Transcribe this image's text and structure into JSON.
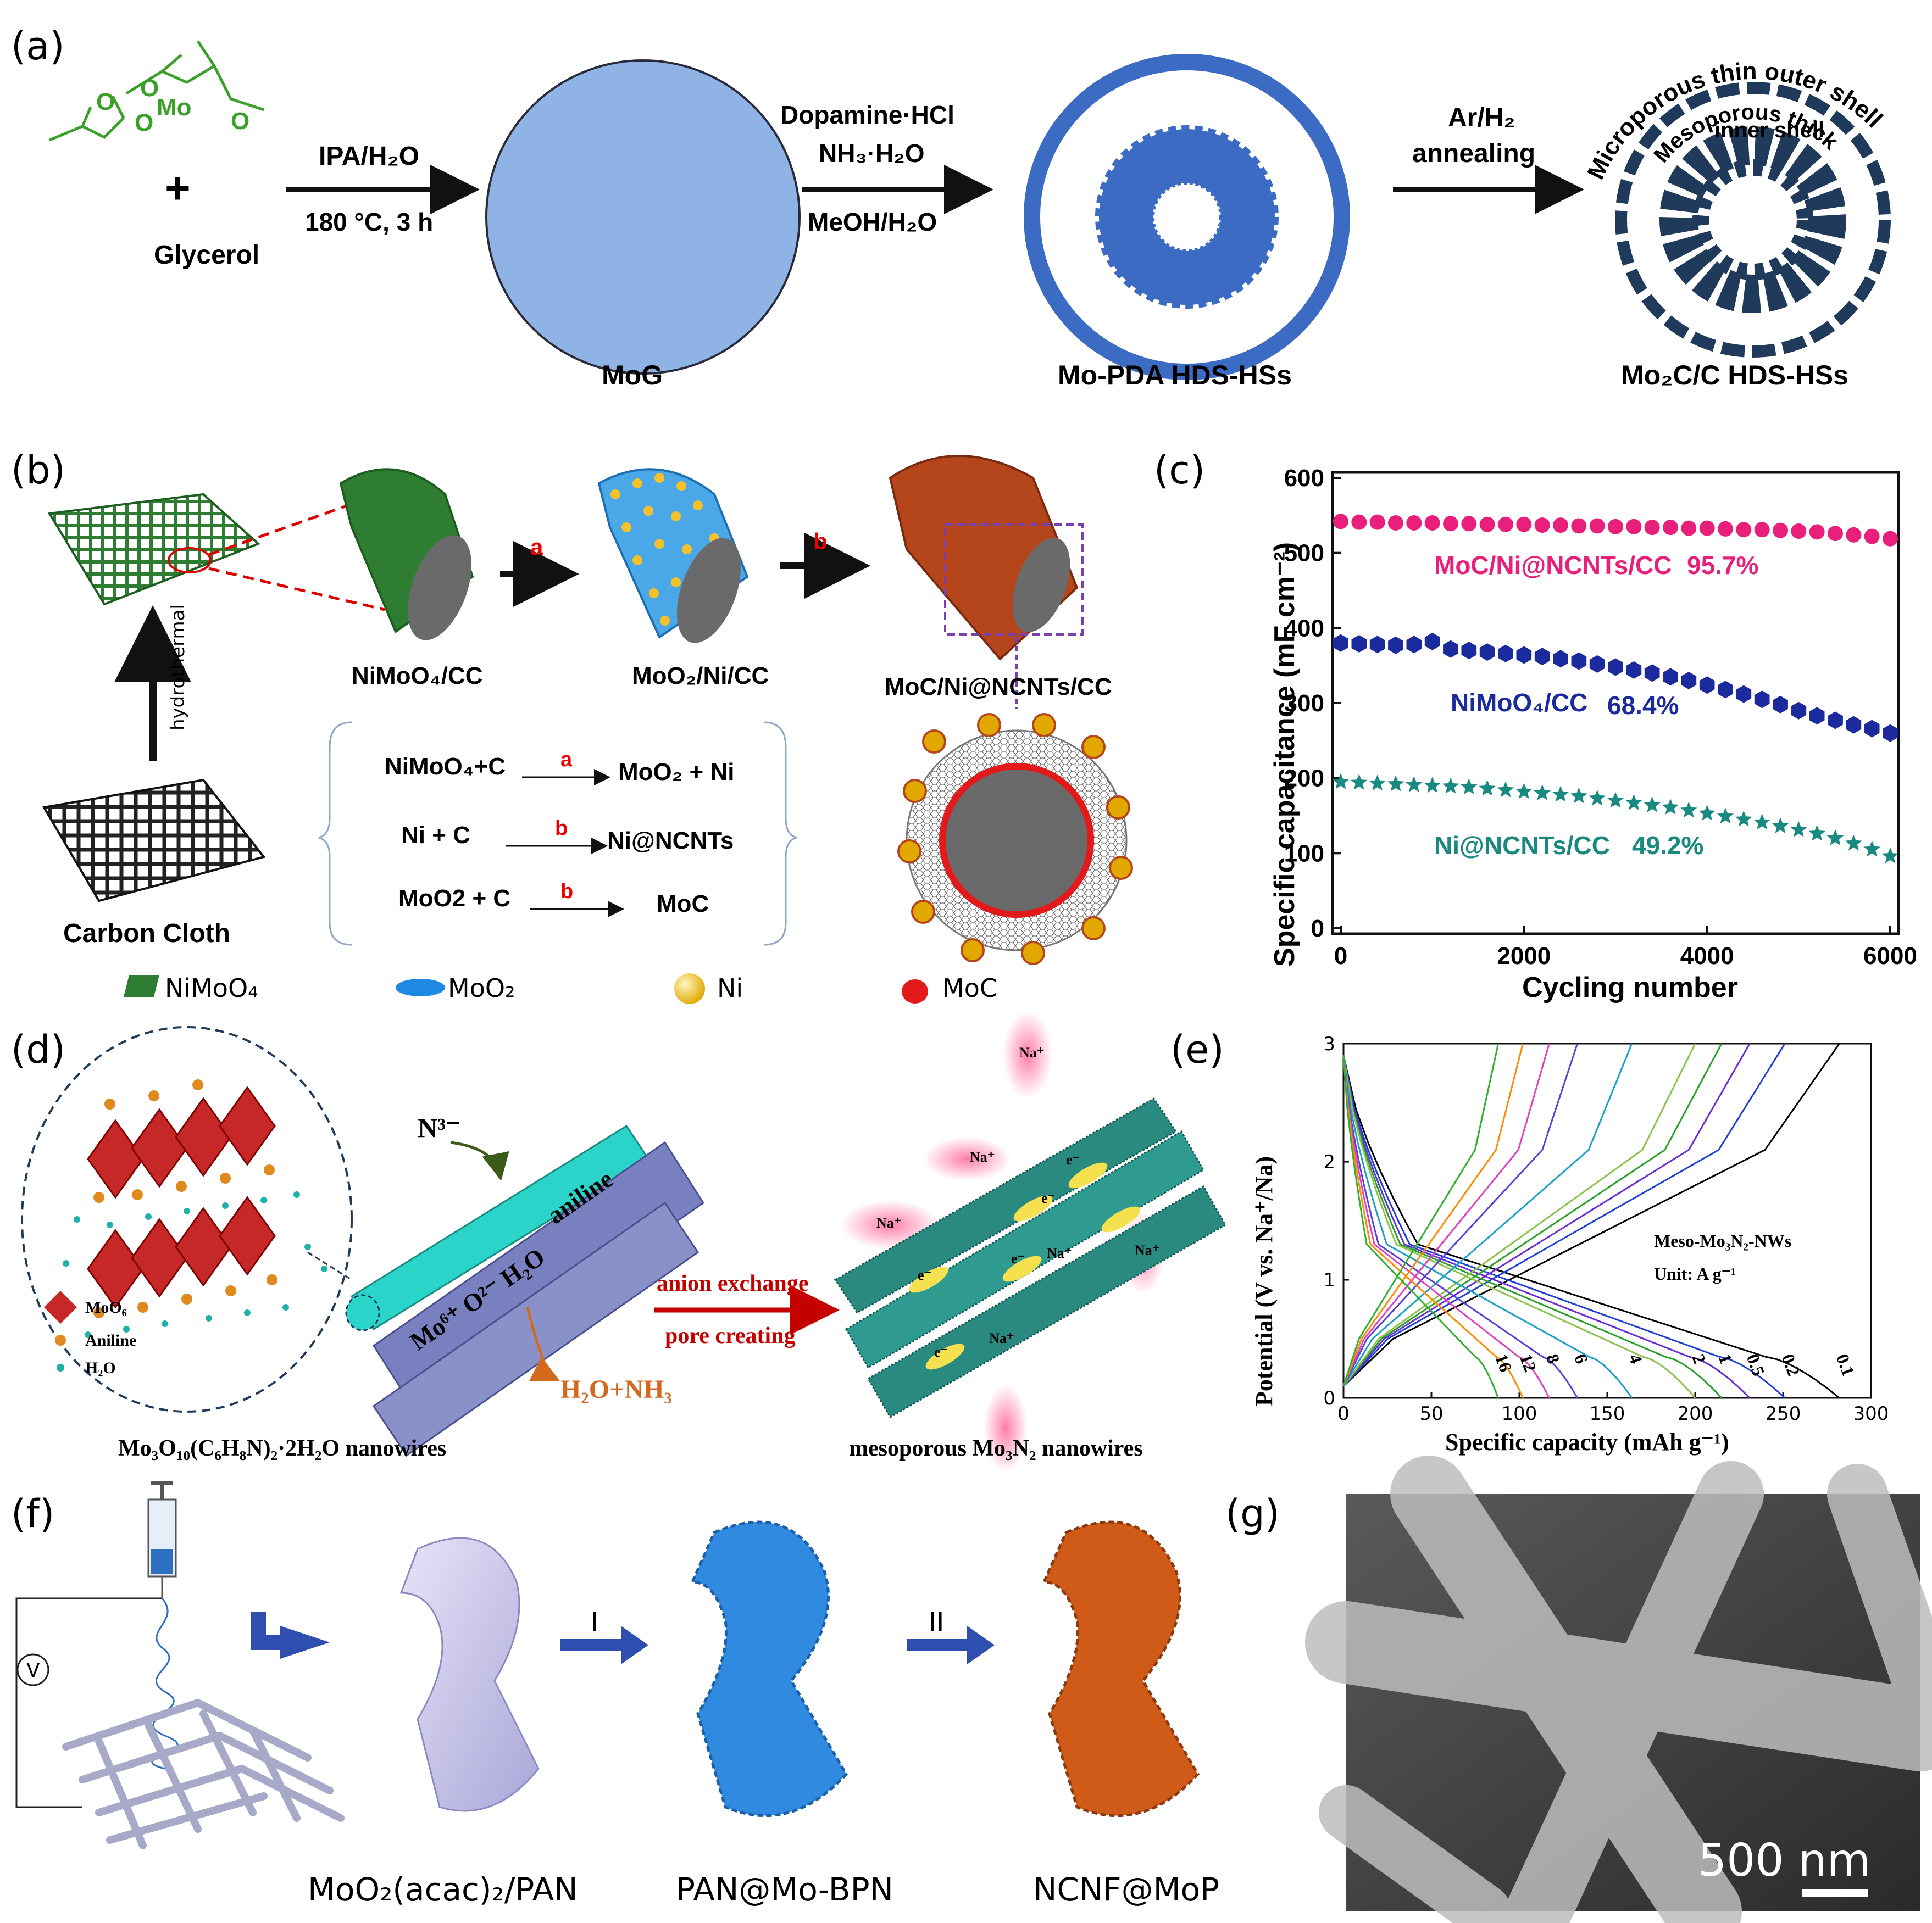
{
  "panels": {
    "a": "(a)",
    "b": "(b)",
    "c": "(c)",
    "d": "(d)",
    "e": "(e)",
    "f": "(f)",
    "g": "(g)"
  },
  "a": {
    "plus": "+",
    "glycerol": "Glycerol",
    "step1_top": "IPA/H₂O",
    "step1_bottom": "180 °C, 3 h",
    "mog": "MoG",
    "step2_top1": "Dopamine·HCl",
    "step2_top2": "NH₃·H₂O",
    "step2_bottom": "MeOH/H₂O",
    "mopda": "Mo-PDA HDS-HSs",
    "step3_top": "Ar/H₂",
    "step3_bottom": "annealing",
    "outer_shell": "Microporous thin outer shell",
    "inner_shell1": "Mesoporous thick",
    "inner_shell2": "inner shell",
    "product": "Mo₂C/C HDS-HSs",
    "mol_O1": "O",
    "mol_O2": "O",
    "mol_Mo": "Mo",
    "mol_O3": "O",
    "mol_O4": "O"
  },
  "b": {
    "hydrothermal": "hydrothermal",
    "carbon_cloth": "Carbon Cloth",
    "nimoo4_cc": "NiMoO₄/CC",
    "moo2_ni_cc": "MoO₂/Ni/CC",
    "moc_ni_cc": "MoC/Ni@NCNTs/CC",
    "arrow_a": "a",
    "arrow_b": "b",
    "eq1_left": "NiMoO₄+C",
    "eq1_right": "MoO₂ + Ni",
    "eq1_cond": "a",
    "eq2_left": "Ni + C",
    "eq2_right": "Ni@NCNTs",
    "eq2_cond": "b",
    "eq3_left": "MoO2 + C",
    "eq3_right": "MoC",
    "eq3_cond": "b",
    "legend": [
      {
        "label": "NiMoO₄",
        "color": "#2e7d32"
      },
      {
        "label": "MoO₂",
        "color": "#1e88e5"
      },
      {
        "label": "Ni",
        "color": "#f5c12a"
      },
      {
        "label": "MoC",
        "color": "#e31a1c"
      }
    ]
  },
  "chart_data": [
    {
      "panel": "c",
      "type": "scatter",
      "xlabel": "Cycling number",
      "ylabel": "Specific capacitance (mF cm⁻²)",
      "xlim": [
        0,
        6000
      ],
      "ylim": [
        0,
        600
      ],
      "xticks": [
        "0",
        "2000",
        "4000",
        "6000"
      ],
      "yticks": [
        "0",
        "100",
        "200",
        "300",
        "400",
        "500",
        "600"
      ],
      "series": [
        {
          "name": "MoC/Ni@NCNTs/CC",
          "retention": "95.7%",
          "color": "#e8207c",
          "x": [
            0,
            200,
            400,
            600,
            800,
            1000,
            1200,
            1400,
            1600,
            1800,
            2000,
            2200,
            2400,
            2600,
            2800,
            3000,
            3200,
            3400,
            3600,
            3800,
            4000,
            4200,
            4400,
            4600,
            4800,
            5000,
            5200,
            5400,
            5600,
            5800,
            6000
          ],
          "values": [
            542,
            541,
            541,
            540,
            540,
            540,
            539,
            539,
            538,
            538,
            538,
            537,
            537,
            536,
            536,
            535,
            535,
            534,
            534,
            533,
            533,
            532,
            531,
            531,
            530,
            529,
            528,
            526,
            524,
            522,
            519
          ]
        },
        {
          "name": "NiMoO₄/CC",
          "retention": "68.4%",
          "color": "#1b2a9c",
          "x": [
            0,
            200,
            400,
            600,
            800,
            1000,
            1200,
            1400,
            1600,
            1800,
            2000,
            2200,
            2400,
            2600,
            2800,
            3000,
            3200,
            3400,
            3600,
            3800,
            4000,
            4200,
            4400,
            4600,
            4800,
            5000,
            5200,
            5400,
            5600,
            5800,
            6000
          ],
          "values": [
            380,
            379,
            378,
            377,
            378,
            382,
            372,
            370,
            368,
            366,
            364,
            362,
            359,
            356,
            352,
            348,
            344,
            340,
            335,
            330,
            324,
            318,
            312,
            305,
            298,
            290,
            283,
            277,
            271,
            266,
            260
          ]
        },
        {
          "name": "Ni@NCNTs/CC",
          "retention": "49.2%",
          "color": "#1a8a80",
          "x": [
            0,
            200,
            400,
            600,
            800,
            1000,
            1200,
            1400,
            1600,
            1800,
            2000,
            2200,
            2400,
            2600,
            2800,
            3000,
            3200,
            3400,
            3600,
            3800,
            4000,
            4200,
            4400,
            4600,
            4800,
            5000,
            5200,
            5400,
            5600,
            5800,
            6000
          ],
          "values": [
            195,
            194,
            193,
            192,
            191,
            190,
            189,
            188,
            186,
            184,
            182,
            180,
            178,
            176,
            173,
            170,
            167,
            164,
            161,
            157,
            153,
            149,
            145,
            141,
            136,
            131,
            126,
            120,
            113,
            105,
            96
          ]
        }
      ]
    },
    {
      "panel": "e",
      "type": "line",
      "xlabel": "Specific capacity (mAh g⁻¹)",
      "ylabel": "Potential (V vs. Na⁺/Na)",
      "xlim": [
        0,
        300
      ],
      "ylim": [
        0,
        3
      ],
      "xticks": [
        "0",
        "50",
        "100",
        "150",
        "200",
        "250",
        "300"
      ],
      "yticks": [
        "0",
        "1",
        "2",
        "3"
      ],
      "title_lines": [
        "Meso-Mo₃N₂-NWs",
        "Unit: A g⁻¹"
      ],
      "series": [
        {
          "name": "0.1",
          "color": "#000000",
          "capacity": 282
        },
        {
          "name": "0.2",
          "color": "#1f3fd8",
          "capacity": 251
        },
        {
          "name": "0.5",
          "color": "#6a2bd9",
          "capacity": 231
        },
        {
          "name": "1",
          "color": "#2aa02a",
          "capacity": 215
        },
        {
          "name": "2",
          "color": "#8bc34a",
          "capacity": 200
        },
        {
          "name": "4",
          "color": "#1aa0c8",
          "capacity": 164
        },
        {
          "name": "6",
          "color": "#5a3fd8",
          "capacity": 133
        },
        {
          "name": "8",
          "color": "#e040c0",
          "capacity": 117
        },
        {
          "name": "12",
          "color": "#ff8c00",
          "capacity": 102
        },
        {
          "name": "16",
          "color": "#30b030",
          "capacity": 88
        }
      ]
    }
  ],
  "d": {
    "legend_moo6": "MoO₆",
    "legend_aniline": "Aniline",
    "legend_h2o": "H₂O",
    "n3": "N³⁻",
    "rod_text1": "aniline",
    "rod_text2": "Mo⁶⁺  O²⁻  H₂O",
    "h2o_nh3": "H₂O+NH₃",
    "arrow_top": "anion exchange",
    "arrow_bottom": "pore creating",
    "left_caption": "Mo₃O₁₀(C₆H₈N)₂·2H₂O nanowires",
    "right_caption": "mesoporous Mo₃N₂ nanowires",
    "na": "Na⁺",
    "e": "e⁻"
  },
  "f": {
    "v": "V",
    "step1": "I",
    "step2": "II",
    "label1": "MoO₂(acac)₂/PAN",
    "label2": "PAN@Mo-BPN",
    "label3": "NCNF@MoP"
  },
  "g": {
    "scale": "500 nm"
  }
}
